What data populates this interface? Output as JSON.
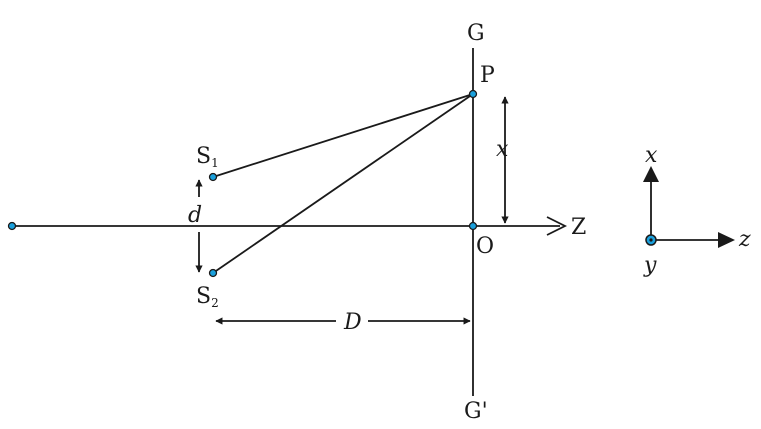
{
  "labels": {
    "screen_top": "G",
    "screen_bottom": "G'",
    "point_p": "P",
    "origin": "O",
    "axis_z": "Z",
    "source1": "S",
    "source1_sub": "1",
    "source2": "S",
    "source2_sub": "2",
    "separation": "d",
    "distance": "D",
    "height": "x"
  },
  "axes_key": {
    "x": "x",
    "y": "y",
    "z": "z"
  },
  "colors": {
    "point": "#1aa0dc",
    "line": "#1a1a1a"
  }
}
